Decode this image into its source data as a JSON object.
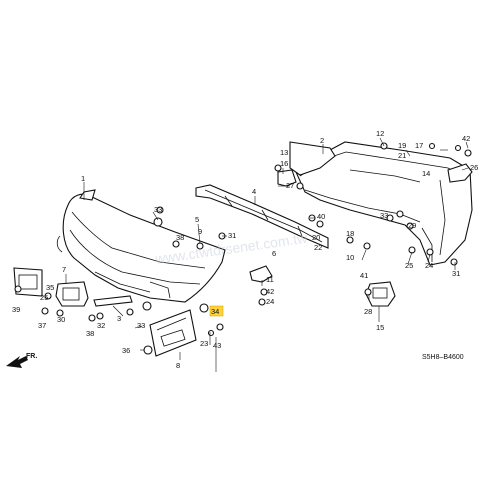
{
  "diagram": {
    "code": "S5H8–B4600",
    "front_label": "FR.",
    "watermark": "www.ctwtdrsenet.com.tw",
    "highlighted_part": "34",
    "labels": [
      "1",
      "2",
      "3",
      "4",
      "5",
      "6",
      "7",
      "8",
      "9",
      "10",
      "11",
      "12",
      "13",
      "14",
      "15",
      "16",
      "17",
      "18",
      "19",
      "20",
      "21",
      "22",
      "23",
      "24",
      "25",
      "26",
      "27",
      "28",
      "29",
      "30",
      "31",
      "32",
      "33",
      "34",
      "35",
      "36",
      "37",
      "38",
      "39",
      "40",
      "41",
      "42",
      "43"
    ]
  }
}
